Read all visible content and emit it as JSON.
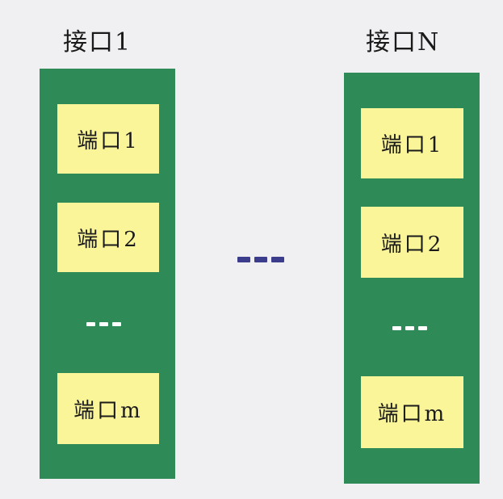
{
  "interfaces": [
    {
      "title": "接口1",
      "ports": [
        "端口1",
        "端口2",
        "端口m"
      ]
    },
    {
      "title": "接口N",
      "ports": [
        "端口1",
        "端口2",
        "端口m"
      ]
    }
  ],
  "colors": {
    "background": "#f0f0f2",
    "interface_fill": "#2e8b57",
    "port_fill": "#fbf59a",
    "inner_ellipsis": "#ffffff",
    "outer_ellipsis": "#3c3c8c"
  }
}
